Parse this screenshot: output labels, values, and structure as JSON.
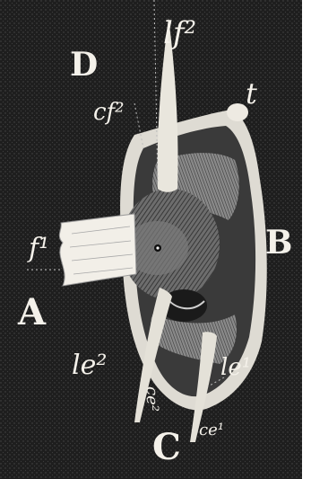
{
  "figure": {
    "labels": {
      "D": "D",
      "cf2": "cf²",
      "lf2": "lf²",
      "t": "t",
      "B": "B",
      "f1": "f¹",
      "A": "A",
      "le2": "le²",
      "ce2": "ce²",
      "le1": "le¹",
      "ce1": "ce¹",
      "C": "C"
    }
  }
}
